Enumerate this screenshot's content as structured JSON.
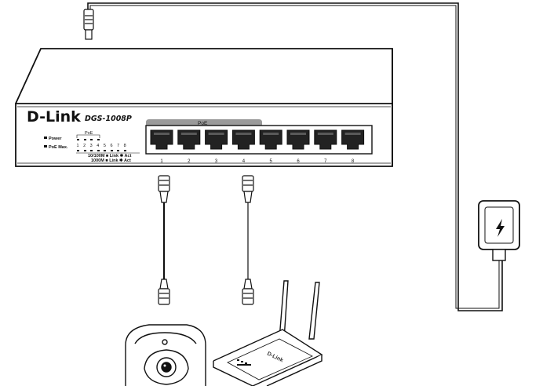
{
  "switch": {
    "brand": "D-Link",
    "model": "DGS-1008P",
    "poe_label": "PoE",
    "ports": [
      "1",
      "2",
      "3",
      "4",
      "5",
      "6",
      "7",
      "8"
    ],
    "led_panel": {
      "power_label": "Power",
      "poe_max_label": "PoE Max.",
      "poe_group_label": "PoE",
      "led_numbers": [
        "1",
        "2",
        "3",
        "4",
        "5",
        "6",
        "7",
        "8"
      ],
      "legend_line1": "10/100M ■ Link ✱ Act",
      "legend_line2": "1000M ■ Link ✱ Act"
    }
  },
  "access_point": {
    "brand": "D-Link"
  },
  "power_adapter": {
    "icon": "lightning-bolt-icon"
  },
  "colors": {
    "line": "#111111",
    "poe_bar": "#9a9a9a",
    "port_fill": "#222222"
  }
}
